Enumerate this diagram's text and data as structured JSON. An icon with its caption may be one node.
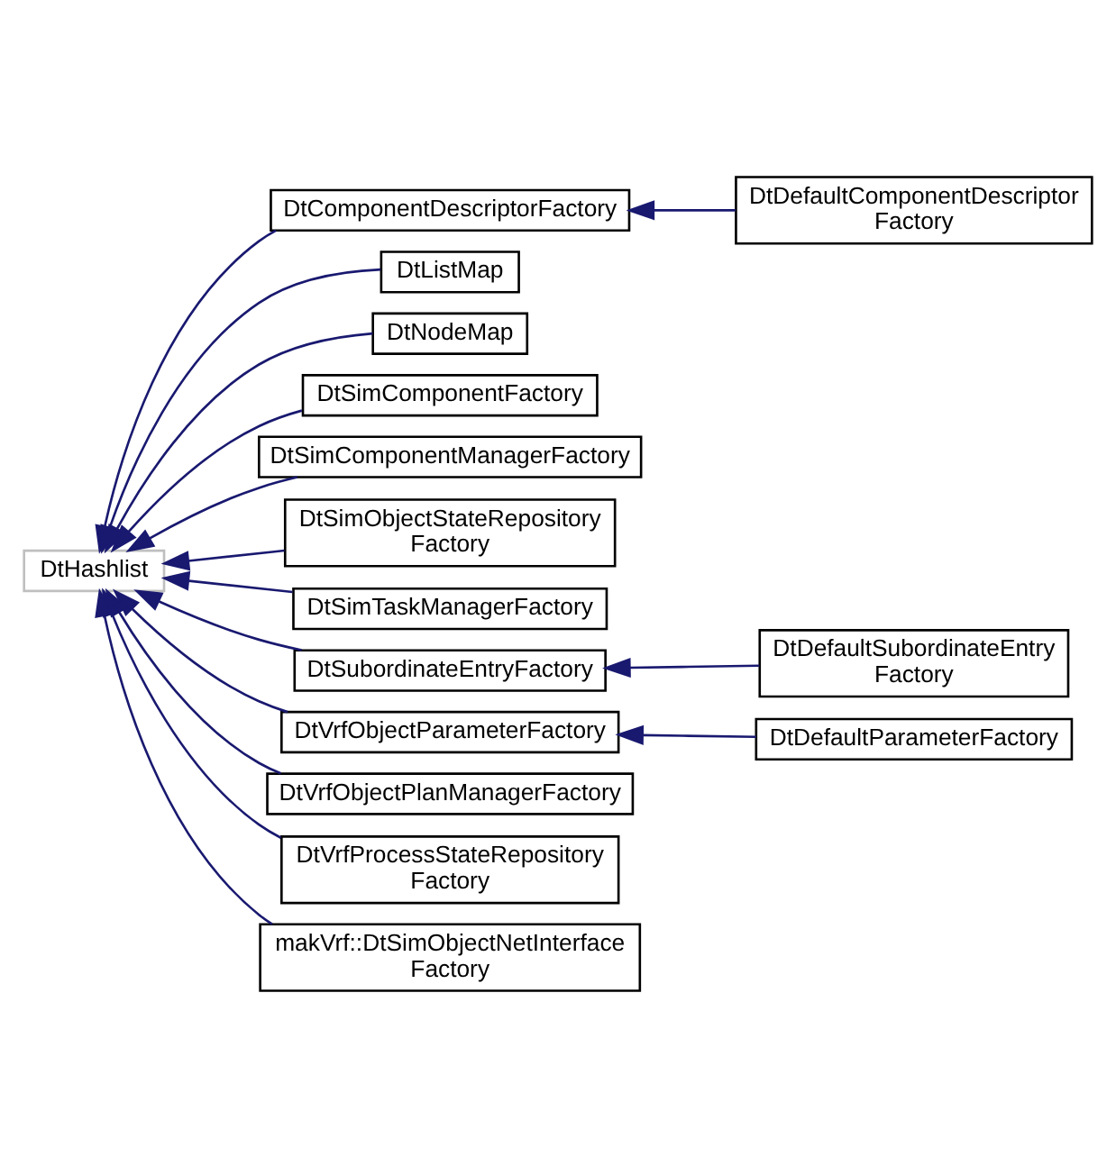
{
  "diagram": {
    "nodes": [
      {
        "text": [
          "DtHashlist"
        ]
      },
      {
        "text": [
          "DtComponentDescriptorFactory"
        ]
      },
      {
        "text": [
          "DtDefaultComponentDescriptor Factory"
        ]
      },
      {
        "text": [
          "DtListMap"
        ]
      },
      {
        "text": [
          "DtNodeMap"
        ]
      },
      {
        "text": [
          "DtSimComponentFactory"
        ]
      },
      {
        "text": [
          "DtSimComponentManagerFactory"
        ]
      },
      {
        "text": [
          "DtSimObjectStateRepository Factory"
        ]
      },
      {
        "text": [
          "DtSimTaskManagerFactory"
        ]
      },
      {
        "text": [
          "DtSubordinateEntryFactory"
        ]
      },
      {
        "text": [
          "DtDefaultSubordinateEntry Factory"
        ]
      },
      {
        "text": [
          "DtVrfObjectParameterFactory"
        ]
      },
      {
        "text": [
          "DtDefaultParameterFactory"
        ]
      },
      {
        "text": [
          "DtVrfObjectPlanManagerFactory"
        ]
      },
      {
        "text": [
          "DtVrfProcessStateRepository Factory"
        ]
      },
      {
        "text": [
          "makVrf::DtSimObjectNetInterface Factory"
        ]
      }
    ],
    "edges": [
      {
        "from": 1,
        "to": 0,
        "arrow": "to"
      },
      {
        "from": 2,
        "to": 1,
        "arrow": "to"
      },
      {
        "from": 3,
        "to": 0,
        "arrow": "to"
      },
      {
        "from": 4,
        "to": 0,
        "arrow": "to"
      },
      {
        "from": 5,
        "to": 0,
        "arrow": "to"
      },
      {
        "from": 6,
        "to": 0,
        "arrow": "to"
      },
      {
        "from": 7,
        "to": 0,
        "arrow": "to"
      },
      {
        "from": 8,
        "to": 0,
        "arrow": "to"
      },
      {
        "from": 9,
        "to": 0,
        "arrow": "to"
      },
      {
        "from": 10,
        "to": 9,
        "arrow": "to"
      },
      {
        "from": 11,
        "to": 0,
        "arrow": "to"
      },
      {
        "from": 12,
        "to": 11,
        "arrow": "to"
      },
      {
        "from": 13,
        "to": 0,
        "arrow": "to"
      },
      {
        "from": 14,
        "to": 0,
        "arrow": "to"
      },
      {
        "from": 15,
        "to": 0,
        "arrow": "to"
      }
    ]
  }
}
